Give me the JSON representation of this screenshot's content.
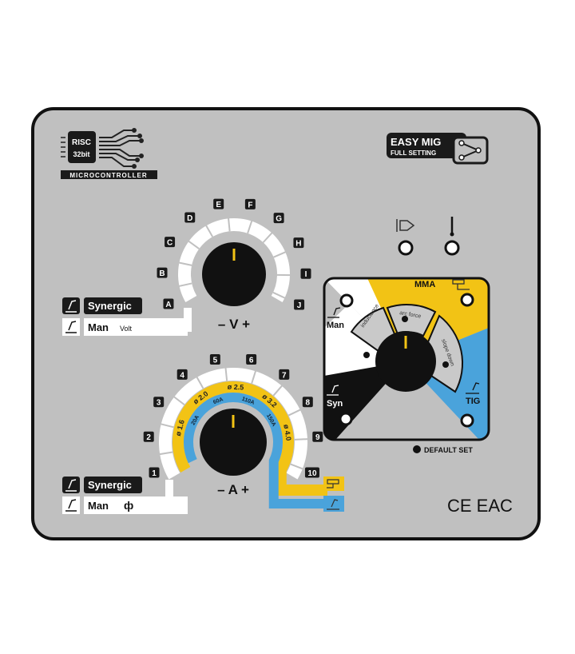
{
  "logo": {
    "chip_line1": "RISC",
    "chip_line2": "32bit",
    "caption": "MICROCONTROLLER"
  },
  "easy_mig": {
    "line1": "EASY MIG",
    "line2": "FULL SETTING"
  },
  "voltage_dial": {
    "label": "– V +",
    "positions": [
      "A",
      "B",
      "C",
      "D",
      "E",
      "F",
      "G",
      "H",
      "I",
      "J"
    ]
  },
  "current_dial": {
    "label": "– A +",
    "positions": [
      "1",
      "2",
      "3",
      "4",
      "5",
      "6",
      "7",
      "8",
      "9",
      "10"
    ],
    "electrode_diameters": [
      "ø 1.6",
      "ø 2.0",
      "ø 2.5",
      "ø 3.2",
      "ø 4.0"
    ],
    "tig_currents": [
      "20A",
      "60A",
      "110A",
      "150A"
    ]
  },
  "volt_mode": {
    "synergic": "Synergic",
    "man": "Man",
    "unit": "Volt"
  },
  "amp_mode": {
    "synergic": "Synergic",
    "man": "Man",
    "unit": "ф"
  },
  "mode_selector": {
    "man": "Man",
    "mma": "MMA",
    "tig": "TIG",
    "syn": "Syn",
    "inductance": "inductance",
    "arc_force": "arc force",
    "slope_down": "slope down"
  },
  "default_set": "DEFAULT SET",
  "indicators": [
    "gas-check-icon",
    "overheat-icon"
  ],
  "certifications": "CE EAC",
  "colors": {
    "panel": "#c0c0c0",
    "yellow": "#f2c315",
    "blue": "#4aa3db",
    "black": "#111111",
    "white": "#ffffff"
  }
}
